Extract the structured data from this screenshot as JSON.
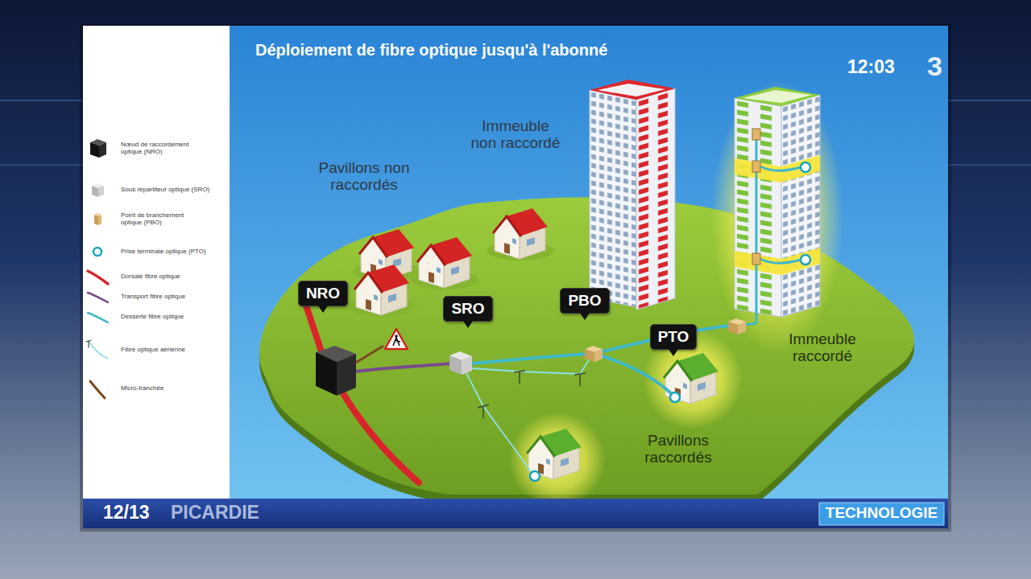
{
  "diagram": {
    "title": "Déploiement de fibre optique jusqu'à l'abonné",
    "nodes": [
      {
        "text": [
          "NRO"
        ]
      },
      {
        "text": [
          "SRO"
        ]
      },
      {
        "text": [
          "PBO"
        ]
      },
      {
        "text": [
          "PTO"
        ]
      }
    ],
    "labels": [
      "Immeuble non raccordé",
      "Pavillons non raccordés",
      "Pavillons raccordés",
      "Immeuble raccordé",
      "12:03",
      "3",
      "12/13",
      "PICARDIE",
      "TECHNOLOGIE"
    ],
    "legend": [
      {
        "text": "Nœud de raccordement optique (NRO)"
      },
      {
        "text": "Sous répartiteur optique (SRO)"
      },
      {
        "text": "Point de branchement optique (PBO)"
      },
      {
        "text": "Prise terminale optique (PTO)"
      },
      {
        "text": "Dorsale fibre optique"
      },
      {
        "text": "Transport fibre optique"
      },
      {
        "text": "Desserte fibre optique"
      },
      {
        "text": "Fibre optique aérienne"
      },
      {
        "text": "Micro-tranchée"
      }
    ]
  }
}
